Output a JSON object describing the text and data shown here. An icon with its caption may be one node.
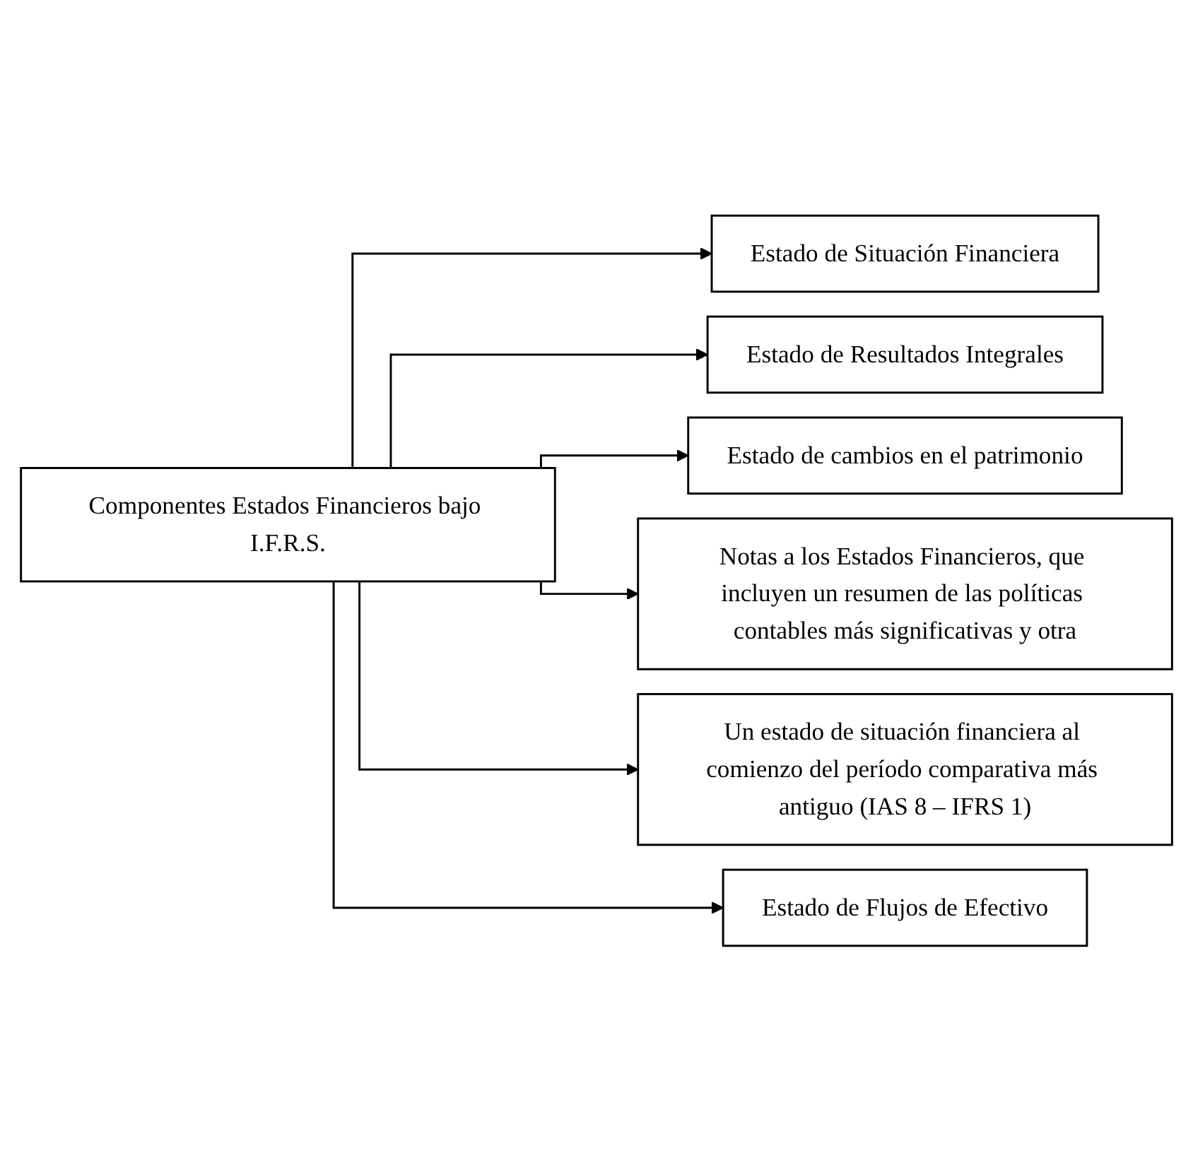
{
  "diagram": {
    "nodes": [
      {
        "text": [
          "Componentes Estados Financieros bajo I.F.R.S."
        ]
      },
      {
        "text": [
          "Estado de Situación Financiera"
        ]
      },
      {
        "text": [
          "Estado de Resultados Integrales"
        ]
      },
      {
        "text": [
          "Estado de cambios en el patrimonio"
        ]
      },
      {
        "text": [
          "Notas a los Estados Financieros, que incluyen un resumen de las políticas contables más significativas y otra"
        ]
      },
      {
        "text": [
          "Un estado de situación financiera al comienzo del período comparativa más antiguo (IAS 8 – IFRS 1)"
        ]
      },
      {
        "text": [
          "Estado de Flujos de Efectivo"
        ]
      }
    ],
    "edges": [
      {
        "from": 0,
        "to": 1,
        "arrow": "to"
      },
      {
        "from": 0,
        "to": 2,
        "arrow": "to"
      },
      {
        "from": 0,
        "to": 3,
        "arrow": "to"
      },
      {
        "from": 0,
        "to": 4,
        "arrow": "to"
      },
      {
        "from": 0,
        "to": 5,
        "arrow": "to"
      },
      {
        "from": 0,
        "to": 6,
        "arrow": "to"
      }
    ]
  }
}
